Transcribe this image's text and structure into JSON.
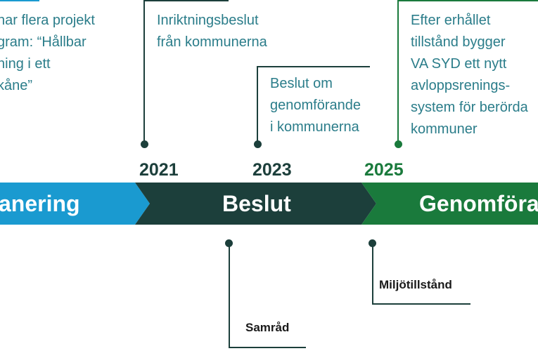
{
  "colors": {
    "blue": "#1a9ad0",
    "dark": "#1c3f3b",
    "green": "#1a7a3c",
    "teal_text": "#2b7d8a",
    "line_teal": "#1a9ad0"
  },
  "notes": {
    "planning": [
      "nar flera projekt",
      "gram: “Hållbar",
      "ning i ett",
      "kåne”"
    ],
    "direction": [
      "Inriktningsbeslut",
      "från kommunerna"
    ],
    "implement_decision": [
      "Beslut om",
      "genomförande",
      "i kommunerna"
    ],
    "after_permit": [
      "Efter erhållet",
      "tillstånd bygger",
      "VA SYD ett nytt",
      "avloppsrenings-",
      "system för berörda",
      "kommuner"
    ]
  },
  "years": {
    "y2021": "2021",
    "y2023": "2023",
    "y2025": "2025"
  },
  "phases": {
    "planning": "anering",
    "decision": "Beslut",
    "implementation": "Genomföra"
  },
  "milestones": {
    "samrad": "Samråd",
    "miljo": "Miljötillstånd"
  }
}
